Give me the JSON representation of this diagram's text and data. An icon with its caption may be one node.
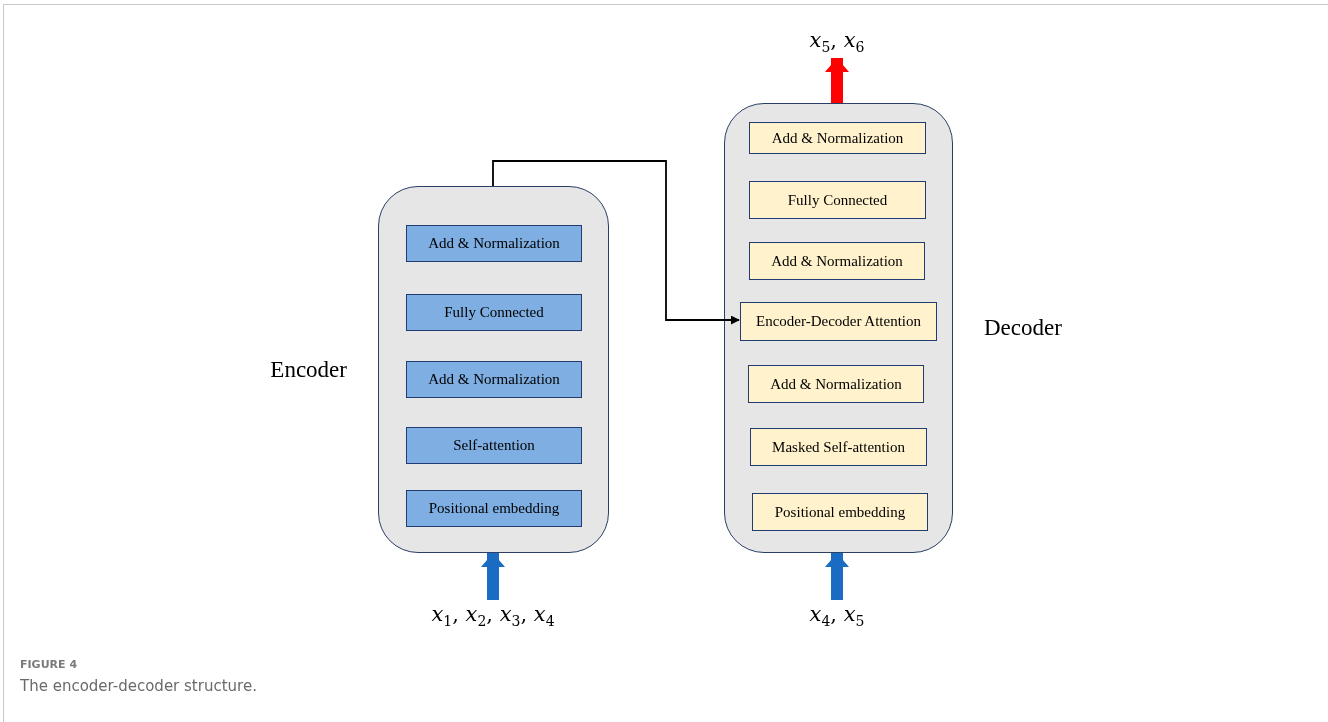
{
  "diagram": {
    "caption": "The encoder-decoder structure.",
    "nodes": [
      {
        "text": [
          "Encoder"
        ]
      },
      {
        "text": [
          "Add & Normalization"
        ],
        "in": 0
      },
      {
        "text": [
          "Fully Connected"
        ],
        "in": 0
      },
      {
        "text": [
          "Add & Normalization"
        ],
        "in": 0
      },
      {
        "text": [
          "Self-attention"
        ],
        "in": 0
      },
      {
        "text": [
          "Positional embedding"
        ],
        "in": 0
      },
      {
        "text": [
          "Decoder"
        ]
      },
      {
        "text": [
          "Add & Normalization"
        ],
        "in": 6
      },
      {
        "text": [
          "Fully Connected"
        ],
        "in": 6
      },
      {
        "text": [
          "Add & Normalization"
        ],
        "in": 6
      },
      {
        "text": [
          "Encoder-Decoder Attention"
        ],
        "in": 6
      },
      {
        "text": [
          "Add & Normalization"
        ],
        "in": 6
      },
      {
        "text": [
          "Masked Self-attention"
        ],
        "in": 6
      },
      {
        "text": [
          "Positional embedding"
        ],
        "in": 6
      },
      {
        "text": [
          "*x*$_{1}$, *x*$_{2}$, *x*$_{3}$, *x*$_{4}$"
        ]
      },
      {
        "text": [
          "*x*$_{4}$, *x*$_{5}$"
        ]
      },
      {
        "text": [
          "*x*$_{5}$, *x*$_{6}$"
        ]
      }
    ],
    "edges": [
      {
        "from": 14,
        "to": 0,
        "arrow": "to",
        "color": "#1a6cc2"
      },
      {
        "from": 15,
        "to": 6,
        "arrow": "to",
        "color": "#1a6cc2"
      },
      {
        "from": 6,
        "to": 16,
        "arrow": "to",
        "color": "#ff0000"
      },
      {
        "from": 0,
        "to": 10,
        "arrow": "to",
        "color": "#000000"
      }
    ],
    "labels": [
      "FIGURE 4"
    ]
  }
}
